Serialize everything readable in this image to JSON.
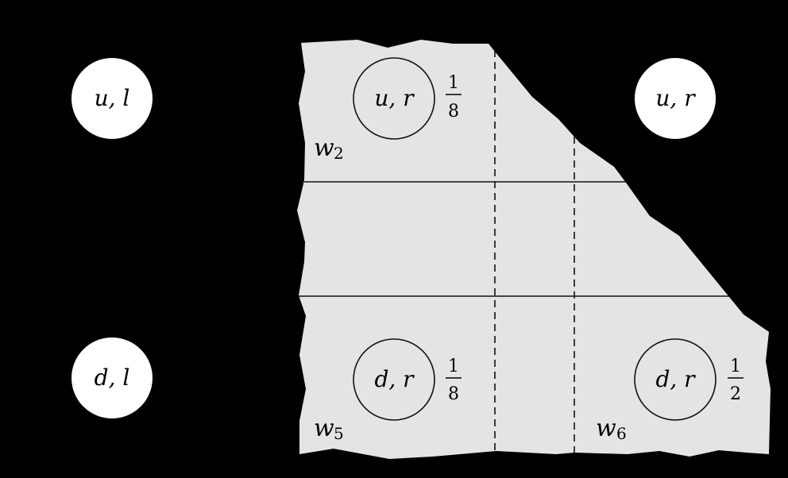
{
  "diagram": {
    "background": "#000000",
    "region_fill": "#e4e4e4",
    "outer_states": [
      {
        "id": "ul",
        "label": "u, l"
      },
      {
        "id": "ur",
        "label": "u, r"
      },
      {
        "id": "dl",
        "label": "d, l"
      }
    ],
    "inner_states": [
      {
        "id": "w2-ur",
        "label": "u, r",
        "prob_num": "1",
        "prob_den": "8",
        "world": "w",
        "world_sub": "2"
      },
      {
        "id": "w5-dr",
        "label": "d, r",
        "prob_num": "1",
        "prob_den": "8",
        "world": "w",
        "world_sub": "5"
      },
      {
        "id": "w6-dr",
        "label": "d, r",
        "prob_num": "1",
        "prob_den": "2",
        "world": "w",
        "world_sub": "6"
      }
    ]
  }
}
